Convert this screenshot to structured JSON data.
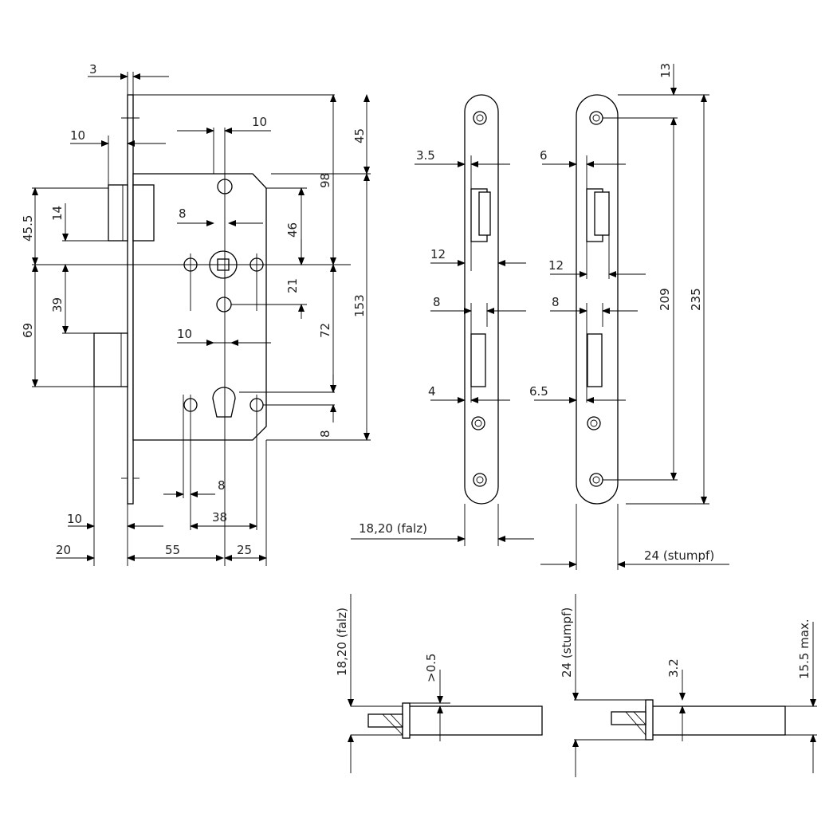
{
  "dimensions": {
    "d3": "3",
    "d10_faceplate": "10",
    "d10_top": "10",
    "d45_5": "45.5",
    "d14": "14",
    "d8_top": "8",
    "d98": "98",
    "d45": "45",
    "d46": "46",
    "d39": "39",
    "d21": "21",
    "d69": "69",
    "d10_mid": "10",
    "d72": "72",
    "d153": "153",
    "d8_right": "8",
    "d8_bottom": "8",
    "d10_bottom": "10",
    "d38": "38",
    "d20": "20",
    "d55": "55",
    "d25": "25"
  },
  "strike_falz": {
    "d3_5": "3.5",
    "d12": "12",
    "d8": "8",
    "d4": "4",
    "width_label": "18,20 (falz)"
  },
  "strike_stumpf": {
    "d13": "13",
    "d6": "6",
    "d12": "12",
    "d8": "8",
    "d6_5": "6.5",
    "d209": "209",
    "d235": "235",
    "width_label": "24 (stumpf)"
  },
  "section_falz": {
    "height_label": "18,20 (falz)",
    "gap_label": ">0.5"
  },
  "section_stumpf": {
    "height_label": "24 (stumpf)",
    "gap_label": "3.2",
    "max_label": "15.5 max."
  }
}
